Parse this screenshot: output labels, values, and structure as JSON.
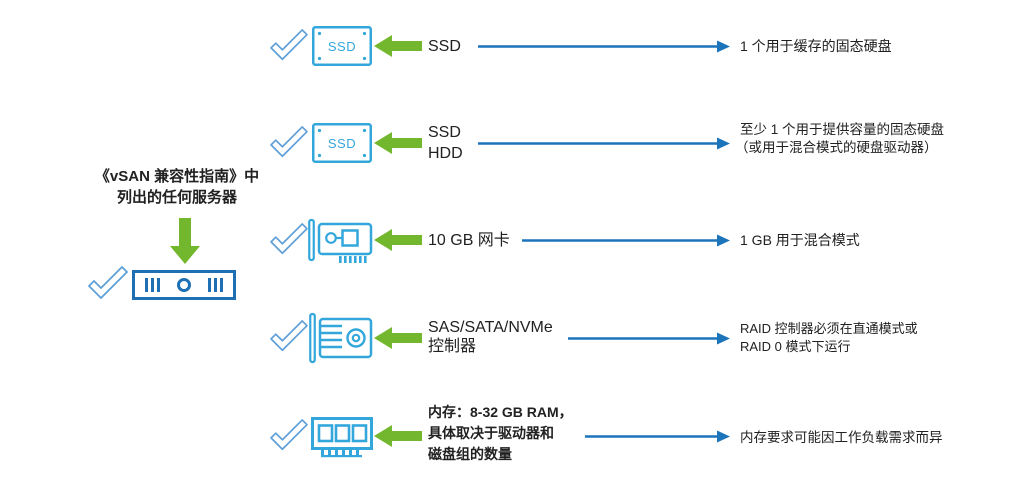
{
  "colors": {
    "icon_blue": "#33A7DC",
    "check_blue": "#5E9FD8",
    "server_blue": "#1E6FB3",
    "arrow_blue": "#1C74BA",
    "arrow_green": "#72B72D",
    "text": "#212121"
  },
  "source": {
    "caption_line1": "《vSAN 兼容性指南》中",
    "caption_line2": "列出的任何服务器"
  },
  "icons": {
    "ssd_label": "SSD"
  },
  "rows": [
    {
      "icon": "ssd-icon",
      "label_lines": [
        "SSD"
      ],
      "desc_lines": [
        "1 个用于缓存的固态硬盘"
      ]
    },
    {
      "icon": "ssd-icon",
      "label_lines": [
        "SSD",
        "HDD"
      ],
      "desc_lines": [
        "至少 1 个用于提供容量的固态硬盘",
        "（或用于混合模式的硬盘驱动器）"
      ]
    },
    {
      "icon": "network-card-icon",
      "label_lines": [
        "10 GB 网卡"
      ],
      "desc_lines": [
        "1 GB 用于混合模式"
      ]
    },
    {
      "icon": "storage-controller-icon",
      "label_lines": [
        "SAS/SATA/NVMe",
        "控制器"
      ],
      "desc_lines": [
        "RAID 控制器必须在直通模式或",
        "RAID 0 模式下运行"
      ]
    },
    {
      "icon": "memory-icon",
      "label_lines": [
        "内存：8-32 GB RAM，",
        "具体取决于驱动器和",
        "磁盘组的数量"
      ],
      "desc_lines": [
        "内存要求可能因工作负载需求而异"
      ]
    }
  ]
}
